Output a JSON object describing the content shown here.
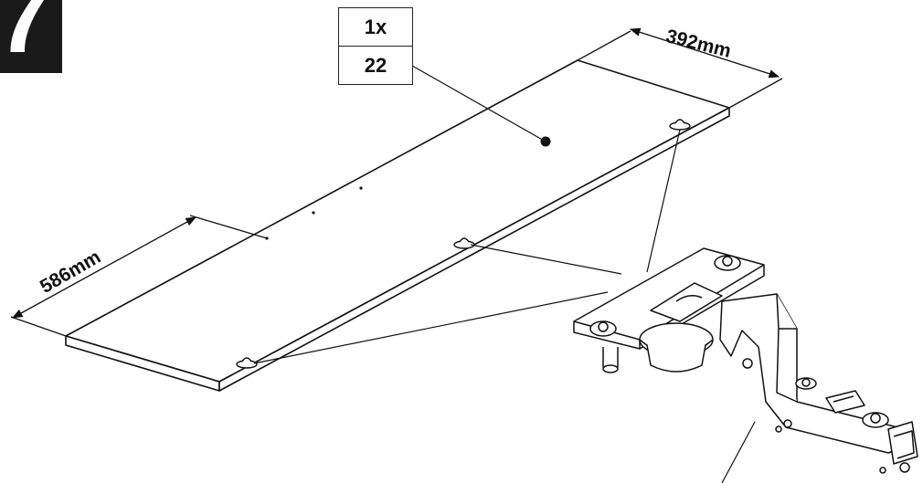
{
  "step": {
    "number": "7"
  },
  "part": {
    "quantity": "1x",
    "id": "22"
  },
  "dimensions": {
    "width": "392mm",
    "depth": "586mm"
  },
  "icons": {
    "board": "panel-board",
    "hinge": "concealed-cabinet-hinge"
  }
}
